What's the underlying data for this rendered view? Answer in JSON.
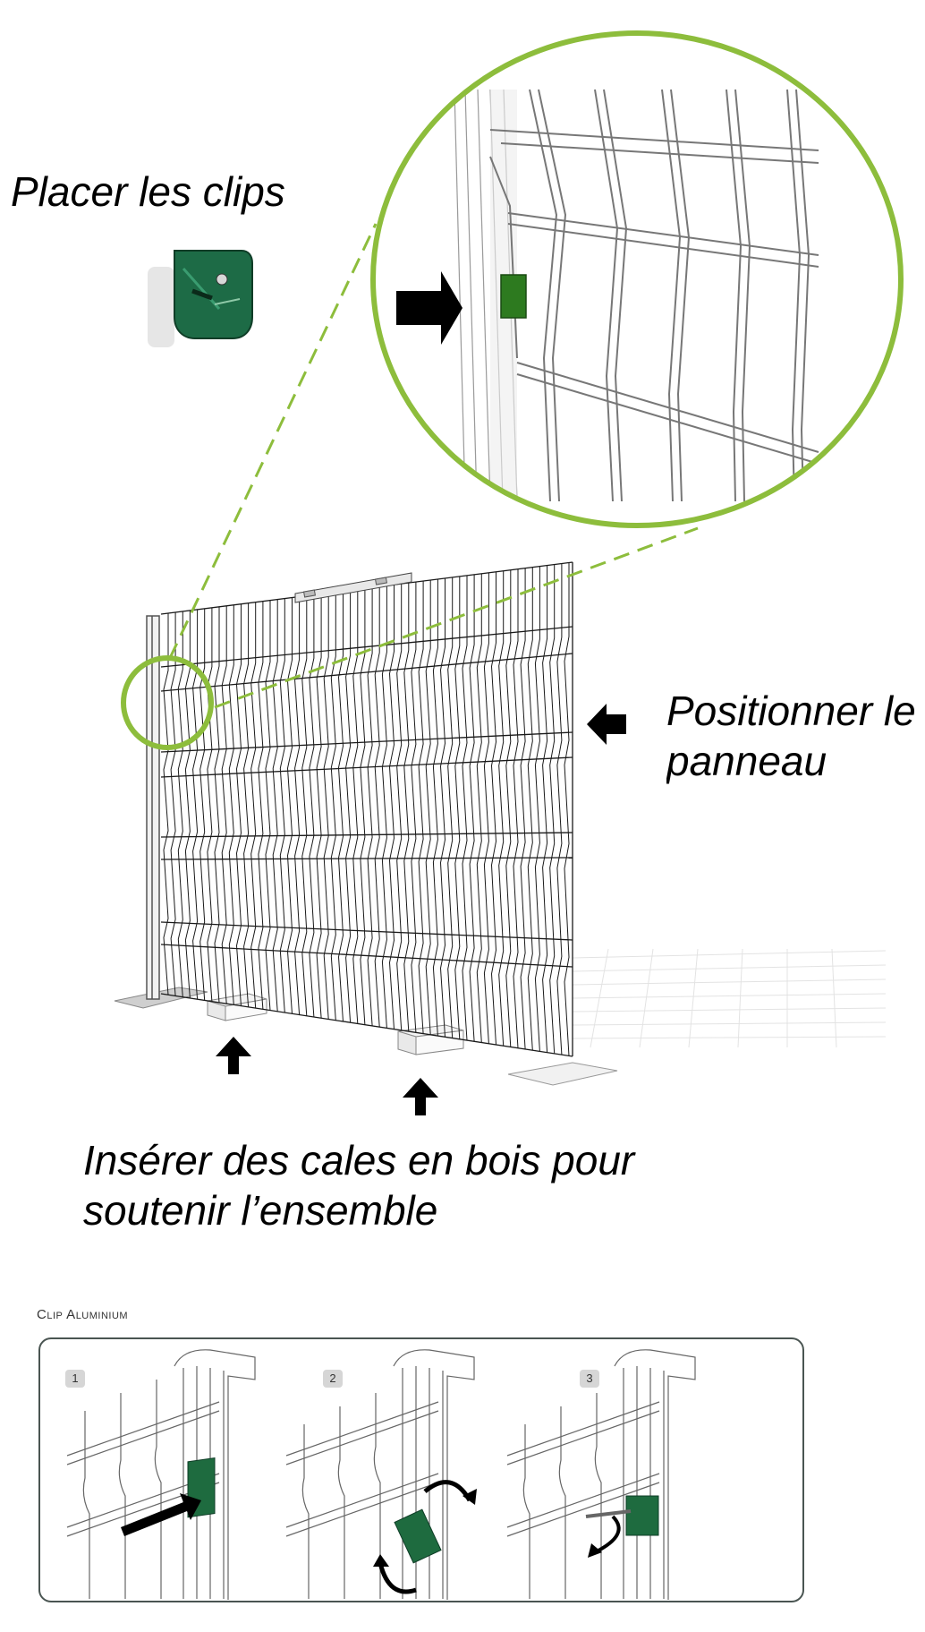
{
  "captions": {
    "clips": "Placer les clips",
    "position_line1": "Positionner le",
    "position_line2": "panneau",
    "cales_line1": "Insérer des cales en bois pour",
    "cales_line2": "soutenir l’ensemble"
  },
  "clip_panel": {
    "title": "Clip Aluminium",
    "steps": [
      "1",
      "2",
      "3"
    ]
  },
  "colors": {
    "accent_green": "#8dbd3c",
    "clip_green": "#1e6b3f",
    "line": "#222222"
  }
}
